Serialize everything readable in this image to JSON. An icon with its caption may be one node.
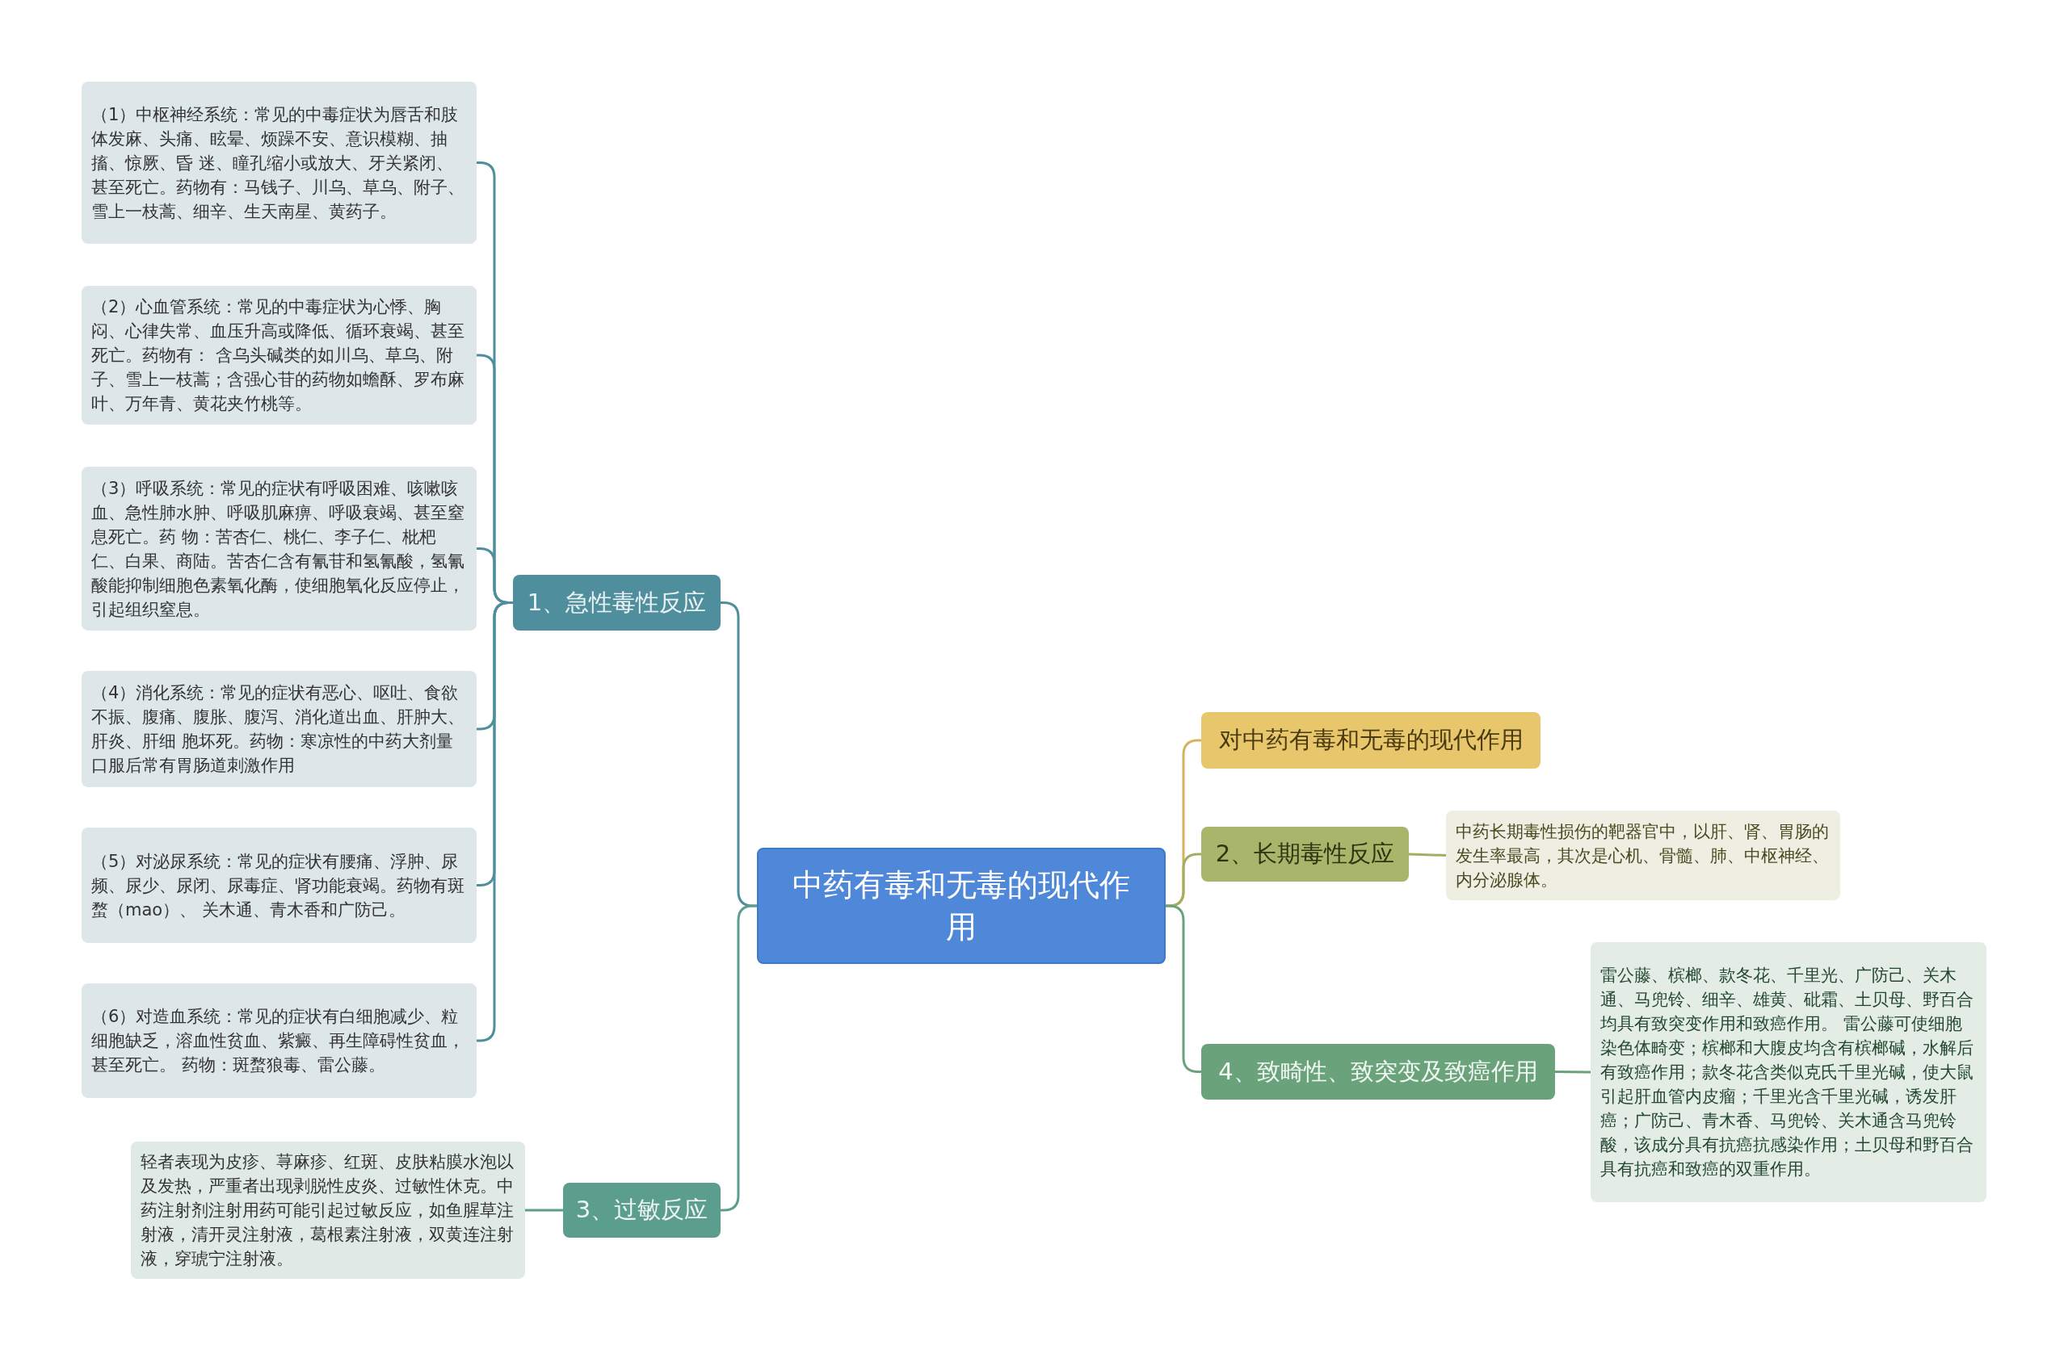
{
  "diagram": {
    "nodes": [
      {
        "text": [
          "中药有毒和无毒的现代作用"
        ]
      },
      {
        "text": [
          "1、急性毒性反应"
        ]
      },
      {
        "text": [
          "（1）中枢神经系统：常见的中毒症状为唇舌和肢体发麻、头痛、眩晕、烦躁不安、意识模糊、抽搐、惊厥、昏 迷、瞳孔缩小或放大、牙关紧闭、甚至死亡。药物有：马钱子、川乌、草乌、附子、雪上一枝蒿、细辛、生天南星、黄药子。"
        ]
      },
      {
        "text": [
          "（2）心血管系统：常见的中毒症状为心悸、胸闷、心律失常、血压升高或降低、循环衰竭、甚至死亡。药物有： 含乌头碱类的如川乌、草乌、附子、雪上一枝蒿；含强心苷的药物如蟾酥、罗布麻叶、万年青、黄花夹竹桃等。"
        ]
      },
      {
        "text": [
          "（3）呼吸系统：常见的症状有呼吸困难、咳嗽咳血、急性肺水肿、呼吸肌麻痹、呼吸衰竭、甚至窒息死亡。药 物：苦杏仁、桃仁、李子仁、枇杷仁、白果、商陆。苦杏仁含有氰苷和氢氰酸，氢氰酸能抑制细胞色素氧化酶，使细胞氧化反应停止，引起组织窒息。"
        ]
      },
      {
        "text": [
          "（4）消化系统：常见的症状有恶心、呕吐、食欲不振、腹痛、腹胀、腹泻、消化道出血、肝肿大、肝炎、肝细 胞坏死。药物：寒凉性的中药大剂量口服后常有胃肠道刺激作用"
        ]
      },
      {
        "text": [
          "（5）对泌尿系统：常见的症状有腰痛、浮肿、尿频、尿少、尿闭、尿毒症、肾功能衰竭。药物有斑蝥（mao）、 关木通、青木香和广防己。"
        ]
      },
      {
        "text": [
          "（6）对造血系统：常见的症状有白细胞减少、粒细胞缺乏，溶血性贫血、紫癜、再生障碍性贫血，甚至死亡。 药物：斑蝥狼毒、雷公藤。"
        ]
      },
      {
        "text": [
          "3、过敏反应"
        ]
      },
      {
        "text": [
          "轻者表现为皮疹、荨麻疹、红斑、皮肤粘膜水泡以及发热，严重者出现剥脱性皮炎、过敏性休克。中药注射剂注射用药可能引起过敏反应，如鱼腥草注射液，清开灵注射液，葛根素注射液，双黄连注射液，穿琥宁注射液。"
        ]
      },
      {
        "text": [
          "对中药有毒和无毒的现代作用"
        ]
      },
      {
        "text": [
          "2、长期毒性反应"
        ]
      },
      {
        "text": [
          "中药长期毒性损伤的靶器官中，以肝、肾、胃肠的发生率最高，其次是心机、骨髓、肺、中枢神经、内分泌腺体。"
        ]
      },
      {
        "text": [
          "4、致畸性、致突变及致癌作用"
        ]
      },
      {
        "text": [
          "雷公藤、槟榔、款冬花、千里光、广防己、关木通、马兜铃、细辛、雄黄、砒霜、土贝母、野百合均具有致突变作用和致癌作用。 雷公藤可使细胞染色体畸变；槟榔和大腹皮均含有槟榔碱，水解后有致癌作用；款冬花含类似克氏千里光碱，使大鼠引起肝血管内皮瘤；千里光含千里光碱，诱发肝癌；广防己、青木香、马兜铃、关木通含马兜铃酸，该成分具有抗癌抗感染作用；土贝母和野百合具有抗癌和致癌的双重作用。"
        ]
      }
    ],
    "edges": [
      {
        "from": 0,
        "to": 1,
        "arrow": "none"
      },
      {
        "from": 1,
        "to": 2,
        "arrow": "none"
      },
      {
        "from": 1,
        "to": 3,
        "arrow": "none"
      },
      {
        "from": 1,
        "to": 4,
        "arrow": "none"
      },
      {
        "from": 1,
        "to": 5,
        "arrow": "none"
      },
      {
        "from": 1,
        "to": 6,
        "arrow": "none"
      },
      {
        "from": 1,
        "to": 7,
        "arrow": "none"
      },
      {
        "from": 0,
        "to": 8,
        "arrow": "none",
        "color": "#5c9e8e"
      },
      {
        "from": 8,
        "to": 9,
        "arrow": "none",
        "color": "#5c9e8e"
      },
      {
        "from": 0,
        "to": 10,
        "arrow": "none",
        "color": "#d4b45a"
      },
      {
        "from": 0,
        "to": 11,
        "arrow": "none",
        "color": "#a3ad62"
      },
      {
        "from": 11,
        "to": 12,
        "arrow": "none",
        "color": "#a3ad62"
      },
      {
        "from": 0,
        "to": 13,
        "arrow": "none",
        "color": "#6aa37b"
      },
      {
        "from": 13,
        "to": 14,
        "arrow": "none",
        "color": "#6aa37b"
      }
    ]
  }
}
